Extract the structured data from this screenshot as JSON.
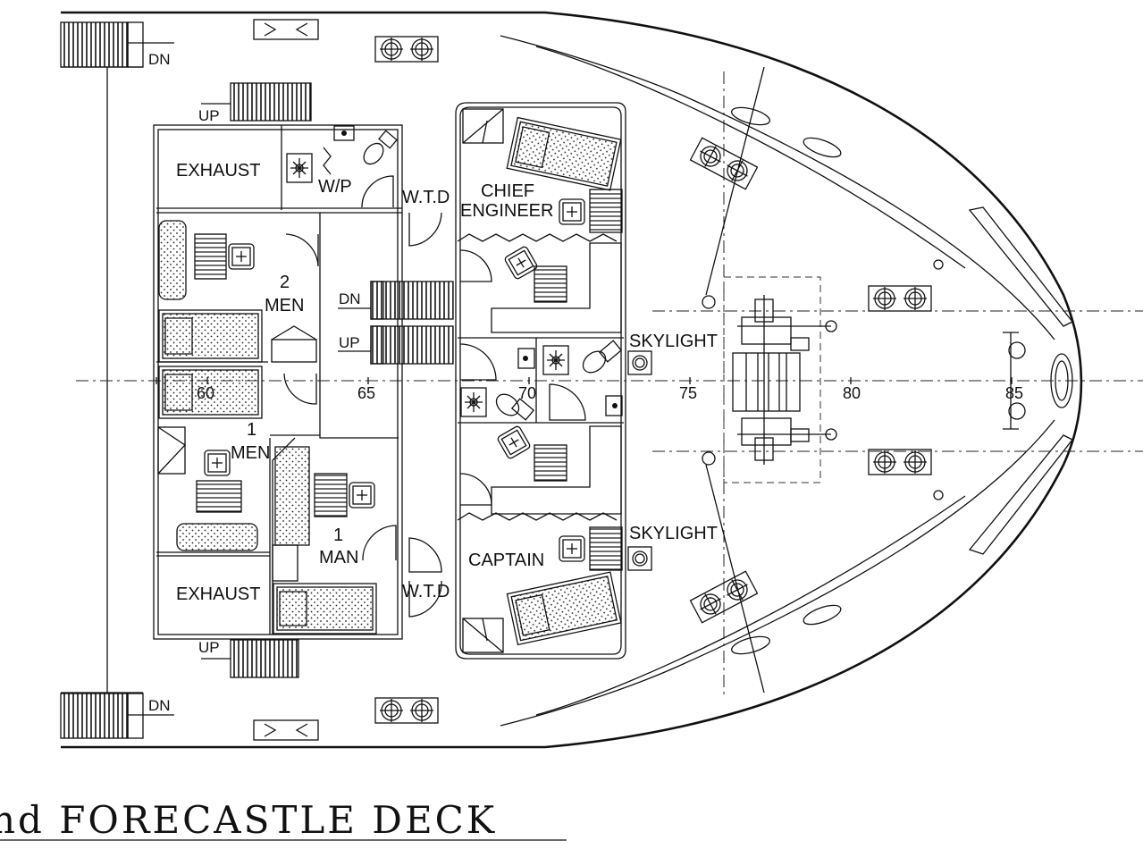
{
  "title": "nd FORECASTLE DECK",
  "rooms": {
    "exhaust_top": "EXHAUST",
    "exhaust_bottom": "EXHAUST",
    "wp": "W/P",
    "wtd_top": "W.T.D",
    "wtd_bottom": "W.T.D",
    "chief_line1": "CHIEF",
    "chief_line2": "ENGINEER",
    "two_men_num": "2",
    "two_men_word": "MEN",
    "one_men_num": "1",
    "one_men_word": "MEN",
    "one_man_num": "1",
    "one_man_word": "MAN",
    "captain": "CAPTAIN",
    "skylight_top": "SKYLIGHT",
    "skylight_bottom": "SKYLIGHT"
  },
  "stairs": {
    "dn_top_left": "DN",
    "dn_bottom_left": "DN",
    "up_top": "UP",
    "up_bottom": "UP",
    "dn_center": "DN",
    "up_center": "UP"
  },
  "frames": [
    "60",
    "65",
    "70",
    "75",
    "80",
    "85"
  ]
}
